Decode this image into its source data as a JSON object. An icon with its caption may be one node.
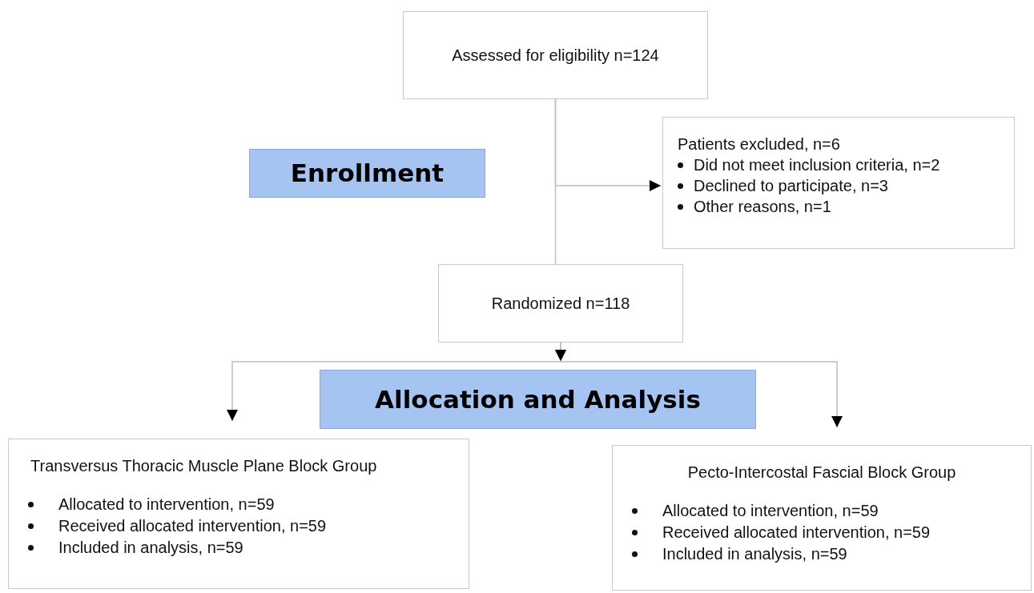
{
  "diagram": {
    "nodes": [
      {
        "text": [
          "Assessed for eligibility n=124"
        ]
      },
      {
        "text": [
          "Enrollment"
        ]
      },
      {
        "text": [
          "Patients excluded, n=6",
          "Did not meet inclusion criteria, n=2",
          "Declined to participate, n=3",
          "Other reasons, n=1"
        ]
      },
      {
        "text": [
          "Randomized n=118"
        ]
      },
      {
        "text": [
          "Allocation and Analysis"
        ]
      },
      {
        "text": [
          "Transversus Thoracic Muscle Plane Block Group",
          "Allocated to intervention, n=59",
          "Received allocated intervention, n=59",
          "Included in analysis, n=59"
        ]
      },
      {
        "text": [
          "Pecto-Intercostal Fascial Block Group",
          "Allocated to intervention, n=59",
          "Received allocated intervention, n=59",
          "Included in analysis, n=59"
        ]
      }
    ],
    "edges": [
      {
        "from": 0,
        "to": 3,
        "arrow": "none"
      },
      {
        "from": 0,
        "to": 2,
        "arrow": "to"
      },
      {
        "from": 3,
        "to": 5,
        "arrow": "to"
      },
      {
        "from": 3,
        "to": 6,
        "arrow": "to"
      }
    ]
  }
}
